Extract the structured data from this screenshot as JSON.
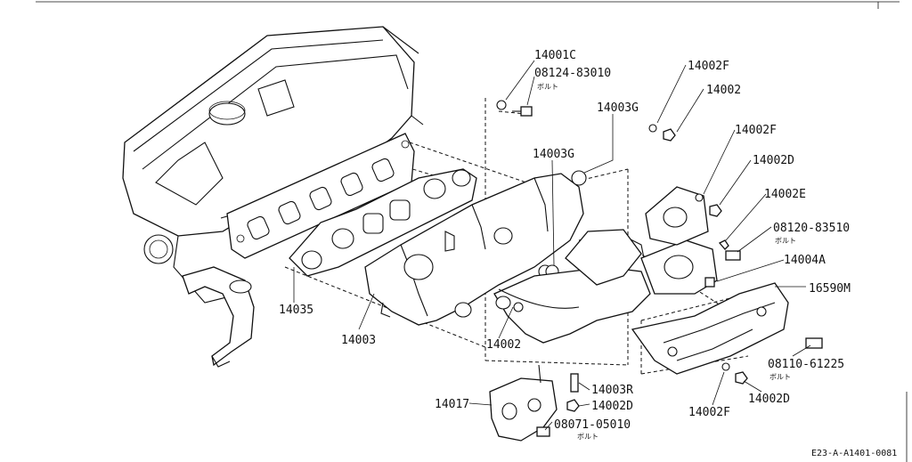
{
  "callouts": {
    "c14001C": "14001C",
    "c08124": "08124-83010",
    "c08124_sub": "ボルト",
    "c14002F_a": "14002F",
    "c14002_a": "14002",
    "c14003G_a": "14003G",
    "c14003G_b": "14003G",
    "c14002F_b": "14002F",
    "c14002D_a": "14002D",
    "c14002E": "14002E",
    "c08120": "08120-83510",
    "c08120_sub": "ボルト",
    "c14004A": "14004A",
    "c16590M": "16590M",
    "c14035": "14035",
    "c14003": "14003",
    "c14002_b": "14002",
    "c08110": "08110-61225",
    "c08110_sub": "ボルト",
    "c14002D_b": "14002D",
    "c14002F_c": "14002F",
    "c14017": "14017",
    "c14003R": "14003R",
    "c14002D_c": "14002D",
    "c08071": "08071-05010",
    "c08071_sub": "ボルト"
  },
  "figure_code": "E23-A-A1401-0081"
}
